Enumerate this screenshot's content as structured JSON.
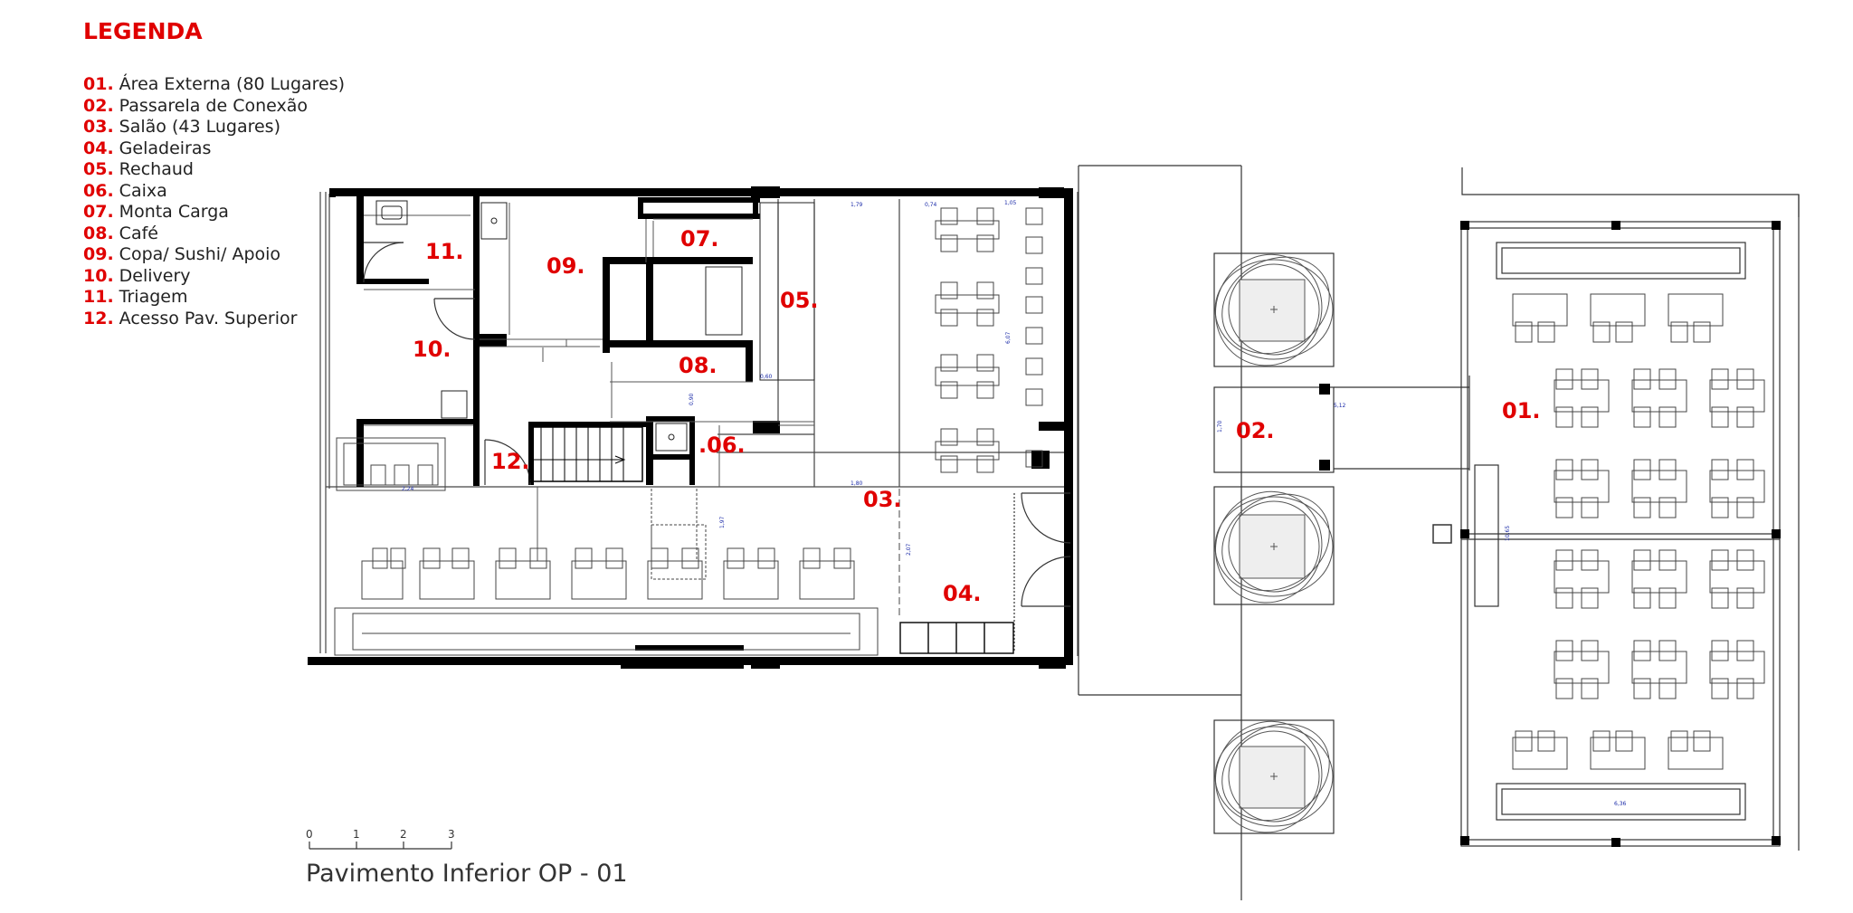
{
  "legend": {
    "title": "LEGENDA",
    "items": [
      {
        "num": "01.",
        "label": "Área Externa (80 Lugares)"
      },
      {
        "num": "02.",
        "label": "Passarela de Conexão"
      },
      {
        "num": "03.",
        "label": "Salão (43 Lugares)"
      },
      {
        "num": "04.",
        "label": "Geladeiras"
      },
      {
        "num": "05.",
        "label": "Rechaud"
      },
      {
        "num": "06.",
        "label": "Caixa"
      },
      {
        "num": "07.",
        "label": "Monta Carga"
      },
      {
        "num": "08.",
        "label": "Café"
      },
      {
        "num": "09.",
        "label": "Copa/ Sushi/ Apoio"
      },
      {
        "num": "10.",
        "label": "Delivery"
      },
      {
        "num": "11.",
        "label": "Triagem"
      },
      {
        "num": "12.",
        "label": "Acesso Pav. Superior"
      }
    ]
  },
  "rooms": {
    "r01": "01.",
    "r02": "02.",
    "r03": "03.",
    "r04": "04.",
    "r05": "05.",
    "r06": ".06.",
    "r07": "07.",
    "r08": "08.",
    "r09": "09.",
    "r10": "10.",
    "r11": "11.",
    "r12": "12."
  },
  "dimensions": {
    "d1": "1,79",
    "d2": "0,74",
    "d3": "1,05",
    "d4": "6,07",
    "d5": "0,60",
    "d6": "0,90",
    "d7": "1,80",
    "d8": "1,97",
    "d9": "2,07",
    "d10": "2,24",
    "d11": "1,70",
    "d12": "5,12",
    "d13": "10,65",
    "d14": "6,36"
  },
  "scale_bar": {
    "ticks": [
      "0",
      "1",
      "2",
      "3"
    ]
  },
  "plan_title": "Pavimento Inferior OP - 01",
  "colors": {
    "label_red": "#e00000",
    "wall": "#000000",
    "dimension_blue": "#1a2aa8"
  }
}
